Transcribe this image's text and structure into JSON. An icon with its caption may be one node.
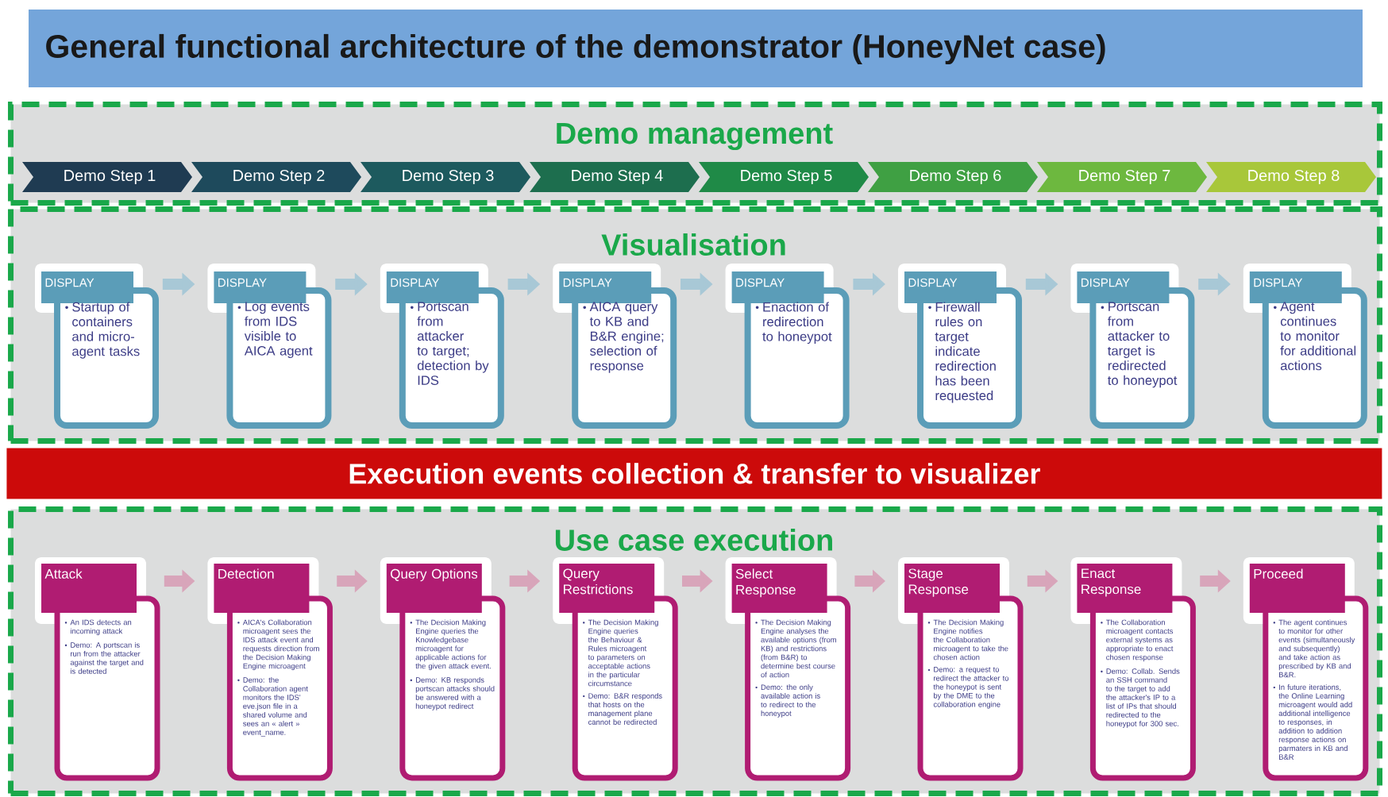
{
  "diagram": {
    "title": "General functional architecture of the demonstrator (HoneyNet case)",
    "nodes": [
      {
        "text": [
          "Demo management"
        ]
      },
      {
        "text": [
          "Demo Step 1"
        ],
        "in": 0
      },
      {
        "text": [
          "Demo Step 2"
        ],
        "in": 0
      },
      {
        "text": [
          "Demo Step 3"
        ],
        "in": 0
      },
      {
        "text": [
          "Demo Step 4"
        ],
        "in": 0
      },
      {
        "text": [
          "Demo Step 5"
        ],
        "in": 0
      },
      {
        "text": [
          "Demo Step 6"
        ],
        "in": 0
      },
      {
        "text": [
          "Demo Step 7"
        ],
        "in": 0
      },
      {
        "text": [
          "Demo Step 8"
        ],
        "in": 0
      },
      {
        "text": [
          "Visualisation"
        ]
      },
      {
        "text": [
          "DISPLAY",
          "Startup of containers and micro-agent tasks"
        ],
        "in": 9
      },
      {
        "text": [
          "DISPLAY",
          "Log events from IDS visible to AICA agent"
        ],
        "in": 9
      },
      {
        "text": [
          "DISPLAY",
          "Portscan from attacker to target; detection by IDS"
        ],
        "in": 9
      },
      {
        "text": [
          "DISPLAY",
          "AICA query to KB and B&R engine; selection of response"
        ],
        "in": 9
      },
      {
        "text": [
          "DISPLAY",
          "Enaction of redirection to honeypot"
        ],
        "in": 9
      },
      {
        "text": [
          "DISPLAY",
          "Firewall rules on target indicate redirection has been requested"
        ],
        "in": 9
      },
      {
        "text": [
          "DISPLAY",
          "Portscan from attacker to target is redirected to honeypot"
        ],
        "in": 9
      },
      {
        "text": [
          "DISPLAY",
          "Agent continues to monitor for additional actions"
        ],
        "in": 9
      },
      {
        "text": [
          "Execution events collection & transfer to visualizer"
        ]
      },
      {
        "text": [
          "Use case execution"
        ]
      },
      {
        "text": [
          "Attack",
          "An IDS detects an incoming attack",
          "Demo: A portscan is run from the attacker against the target and is detected"
        ],
        "in": 19
      },
      {
        "text": [
          "Detection",
          "AICA's Collaboration microagent sees the IDS attack event and requests direction from the Decision Making Engine microagent",
          "Demo: the Collaboration agent monitors the IDS' eve.json file in a shared volume and sees an « alert » event_name."
        ],
        "in": 19
      },
      {
        "text": [
          "Query Options",
          "The Decision Making Engine queries the Knowledgebase microagent for applicable actions for the given attack event.",
          "Demo: KB responds portscan attacks should be answered with a honeypot redirect"
        ],
        "in": 19
      },
      {
        "text": [
          "Query Restrictions",
          "The Decision Making Engine queries the Behaviour & Rules microagent to parameters on acceptable actions in the particular circumstance",
          "Demo: B&R responds that hosts on the management plane cannot be redirected"
        ],
        "in": 19
      },
      {
        "text": [
          "Select Response",
          "The Decision Making Engine analyses the available options (from KB) and restrictions (from B&R) to determine best course of action",
          "Demo: the only available action is to redirect to the honeypot"
        ],
        "in": 19
      },
      {
        "text": [
          "Stage Response",
          "The Decision Making Engine notifies the Collaboration microagent to take the chosen action",
          "Demo: a request to redirect the attacker to the honeypot is sent by the DME to the collaboration engine"
        ],
        "in": 19
      },
      {
        "text": [
          "Enact Response",
          "The Collaboration microagent contacts external systems as appropriate to enact chosen response",
          "Demo: Collab. Sends an SSH command to the target to add the attacker's IP to a list of IPs that should redirected to the honeypot for 300 sec."
        ],
        "in": 19
      },
      {
        "text": [
          "Proceed",
          "The agent continues to monitor for other events (simultaneously and subsequently) and take action as prescribed by KB and B&R.",
          "In future iterations, the Online Learning microagent would add additional intelligence to responses, in addition to addition response actions on parmaters in KB and B&R"
        ],
        "in": 19
      }
    ],
    "edges": [
      {
        "from": 10,
        "to": 11,
        "arrow": "to"
      },
      {
        "from": 11,
        "to": 12,
        "arrow": "to"
      },
      {
        "from": 12,
        "to": 13,
        "arrow": "to"
      },
      {
        "from": 13,
        "to": 14,
        "arrow": "to"
      },
      {
        "from": 14,
        "to": 15,
        "arrow": "to"
      },
      {
        "from": 15,
        "to": 16,
        "arrow": "to"
      },
      {
        "from": 16,
        "to": 17,
        "arrow": "to"
      },
      {
        "from": 20,
        "to": 21,
        "arrow": "to",
        "color": "#d8a5ba"
      },
      {
        "from": 21,
        "to": 22,
        "arrow": "to",
        "color": "#d8a5ba"
      },
      {
        "from": 22,
        "to": 23,
        "arrow": "to",
        "color": "#d8a5ba"
      },
      {
        "from": 23,
        "to": 24,
        "arrow": "to",
        "color": "#d8a5ba"
      },
      {
        "from": 24,
        "to": 25,
        "arrow": "to",
        "color": "#d8a5ba"
      },
      {
        "from": 25,
        "to": 26,
        "arrow": "to",
        "color": "#d8a5ba"
      },
      {
        "from": 26,
        "to": 27,
        "arrow": "to",
        "color": "#d8a5ba"
      }
    ]
  }
}
